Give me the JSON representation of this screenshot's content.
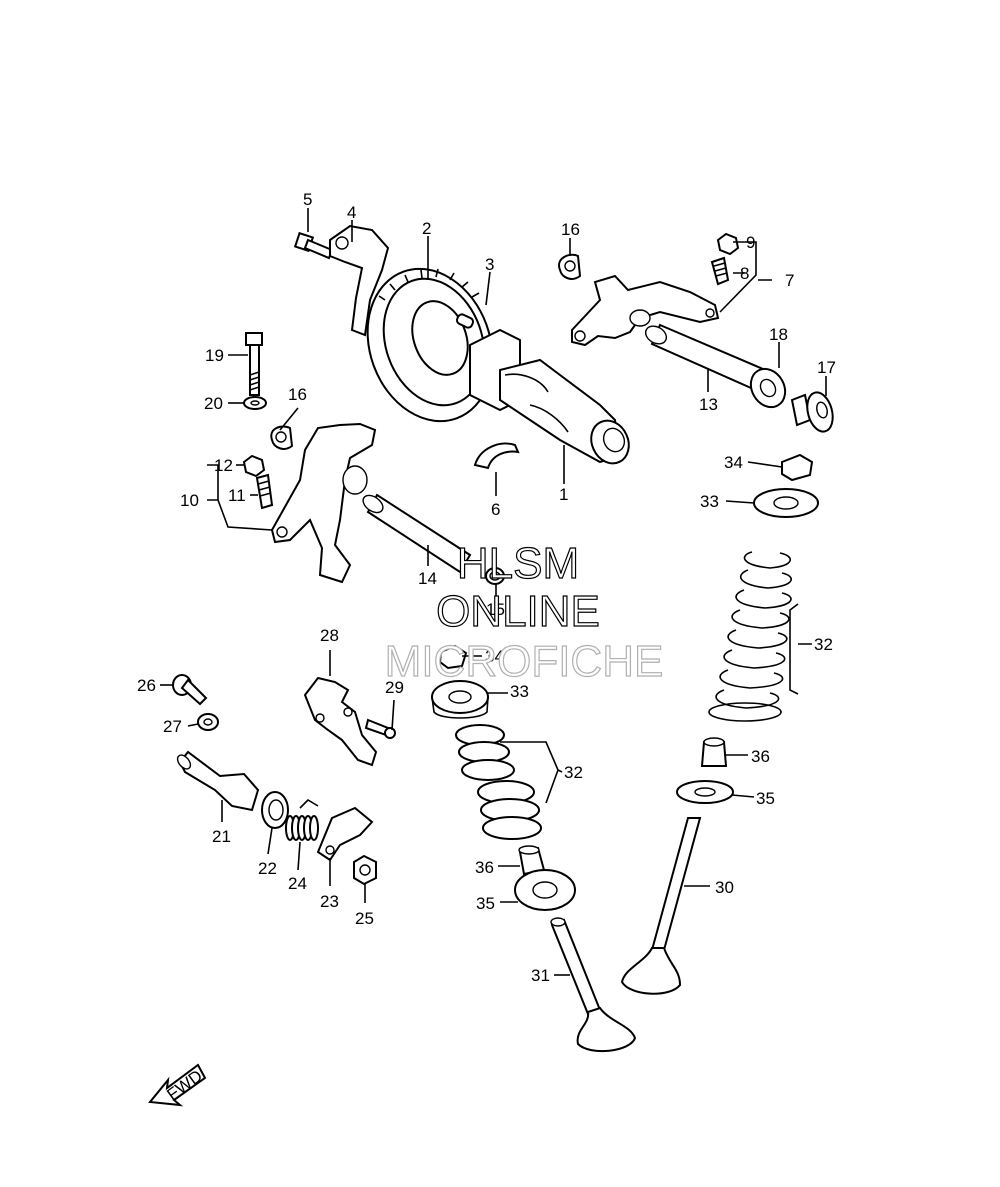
{
  "watermark": {
    "line1": "HLSM",
    "line2": "ONLINE",
    "line3": "MICROFICHE"
  },
  "fwd": "FWD",
  "labels": {
    "l1": "1",
    "l2": "2",
    "l3": "3",
    "l4": "4",
    "l5": "5",
    "l6": "6",
    "l7": "7",
    "l8": "8",
    "l9": "9",
    "l10": "10",
    "l11": "11",
    "l12": "12",
    "l13": "13",
    "l14": "14",
    "l15": "15",
    "l16a": "16",
    "l16b": "16",
    "l17": "17",
    "l18": "18",
    "l19": "19",
    "l20": "20",
    "l21": "21",
    "l22": "22",
    "l23": "23",
    "l24": "24",
    "l25": "25",
    "l26": "26",
    "l27": "27",
    "l28": "28",
    "l29": "29",
    "l30": "30",
    "l31": "31",
    "l32a": "32",
    "l32b": "32",
    "l33a": "33",
    "l33b": "33",
    "l34a": "34",
    "l34b": "34",
    "l35a": "35",
    "l35b": "35",
    "l36a": "36",
    "l36b": "36"
  }
}
